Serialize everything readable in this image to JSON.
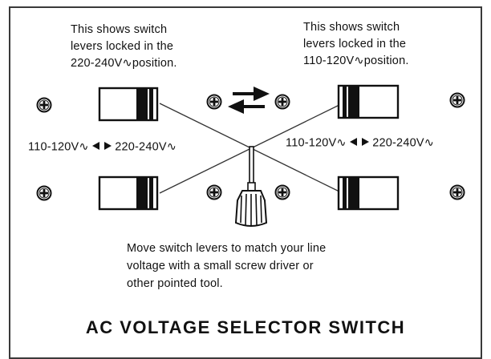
{
  "captions": {
    "top_left": [
      "This shows switch",
      "levers locked in the",
      "220-240V∿position."
    ],
    "top_right": [
      "This shows switch",
      "levers locked in the",
      "110-120V∿position."
    ],
    "bottom": [
      "Move switch levers to match your line",
      "voltage with a small screw driver or",
      "other pointed tool."
    ]
  },
  "range_labels": {
    "left_low": "110-120V∿",
    "left_high": "220-240V∿",
    "right_low": "110-120V∿",
    "right_high": "220-240V∿"
  },
  "title": "AC VOLTAGE SELECTOR SWITCH",
  "icons": {
    "screw": "phillips-screw-icon",
    "exchange": "exchange-arrows-icon",
    "screwdriver": "screwdriver-icon",
    "bidirectional_arrow": "left-right-arrow-icon"
  },
  "colors": {
    "ink": "#111111",
    "frame": "#3a3a3a"
  }
}
